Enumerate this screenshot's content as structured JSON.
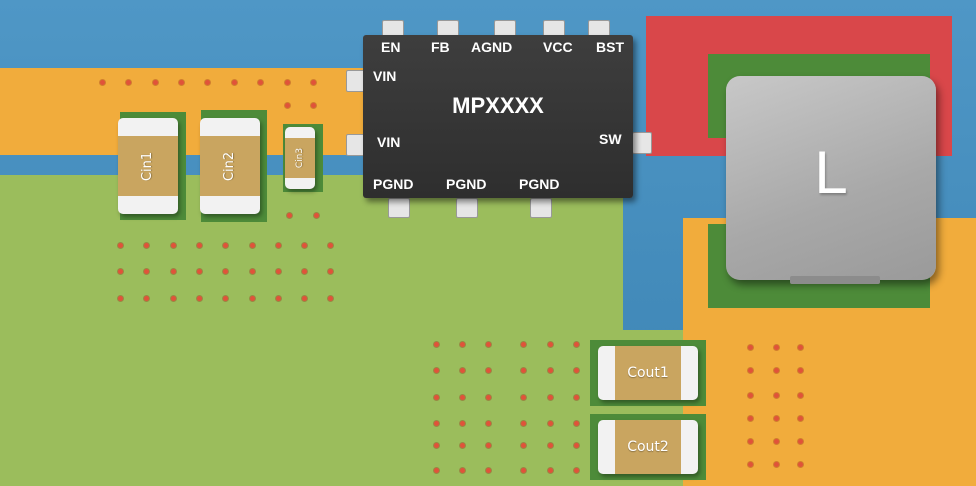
{
  "ic": {
    "part_name": "MPXXXX",
    "pins_top": [
      "EN",
      "FB",
      "AGND",
      "VCC",
      "BST"
    ],
    "pins_left": [
      "VIN",
      "VIN"
    ],
    "pins_right": [
      "SW"
    ],
    "pins_bottom": [
      "PGND",
      "PGND",
      "PGND"
    ]
  },
  "inductor": {
    "label": "L"
  },
  "input_caps": [
    "Cin1",
    "Cin2",
    "Cin3"
  ],
  "output_caps": [
    "Cout1",
    "Cout2"
  ],
  "colors": {
    "board": "#3f89b8",
    "vin_copper": "#f1ac3c",
    "gnd_copper": "#9bbd5c",
    "sw_copper": "#d9474a",
    "vout_copper": "#f1ac3c",
    "component_pad": "#4d8b39",
    "via": "#e0533a",
    "ic_body": "#333333",
    "inductor_body": "#b0b0b0"
  }
}
